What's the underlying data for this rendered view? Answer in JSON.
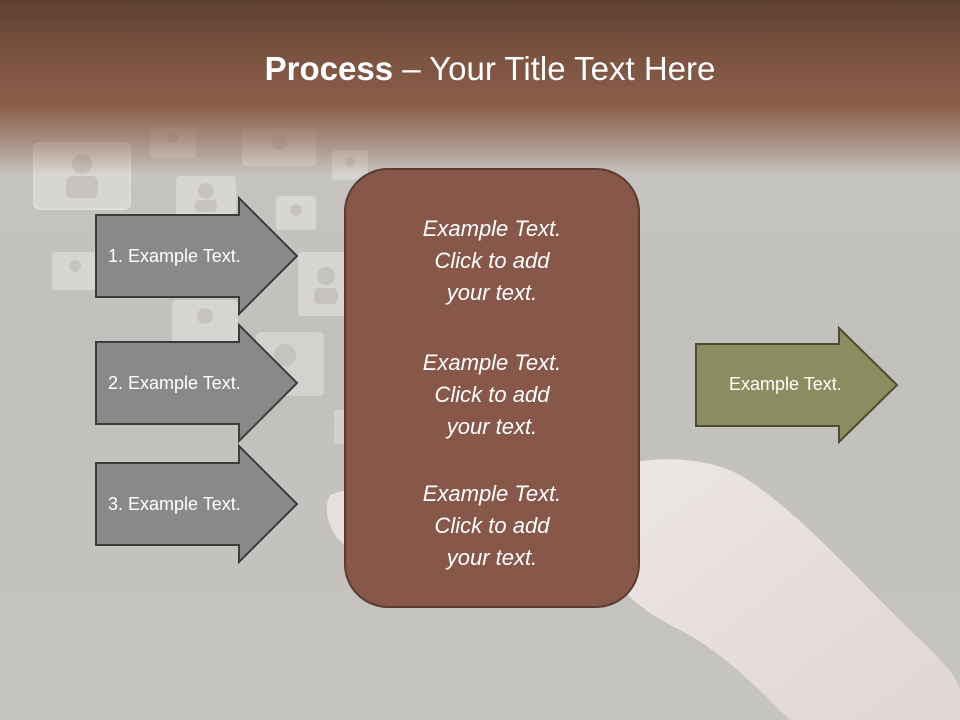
{
  "title": {
    "bold": "Process",
    "rest": " – Your Title Text Here"
  },
  "steps": [
    {
      "label": "1. Example Text."
    },
    {
      "label": "2. Example Text."
    },
    {
      "label": "3. Example Text."
    }
  ],
  "center_blocks": [
    {
      "lines": [
        "Example Text.",
        "Click  to add",
        "your text."
      ]
    },
    {
      "lines": [
        "Example Text.",
        "Click  to add",
        "your text."
      ]
    },
    {
      "lines": [
        "Example Text.",
        "Click  to add",
        "your text."
      ]
    }
  ],
  "output": {
    "label": "Example Text."
  },
  "colors": {
    "header": "#8c5e4a",
    "gray_arrow": "#898989",
    "center_box": "#87574a",
    "output_arrow": "#8b8c60"
  },
  "icons": [
    "person-tile-icon",
    "hand-illustration"
  ]
}
